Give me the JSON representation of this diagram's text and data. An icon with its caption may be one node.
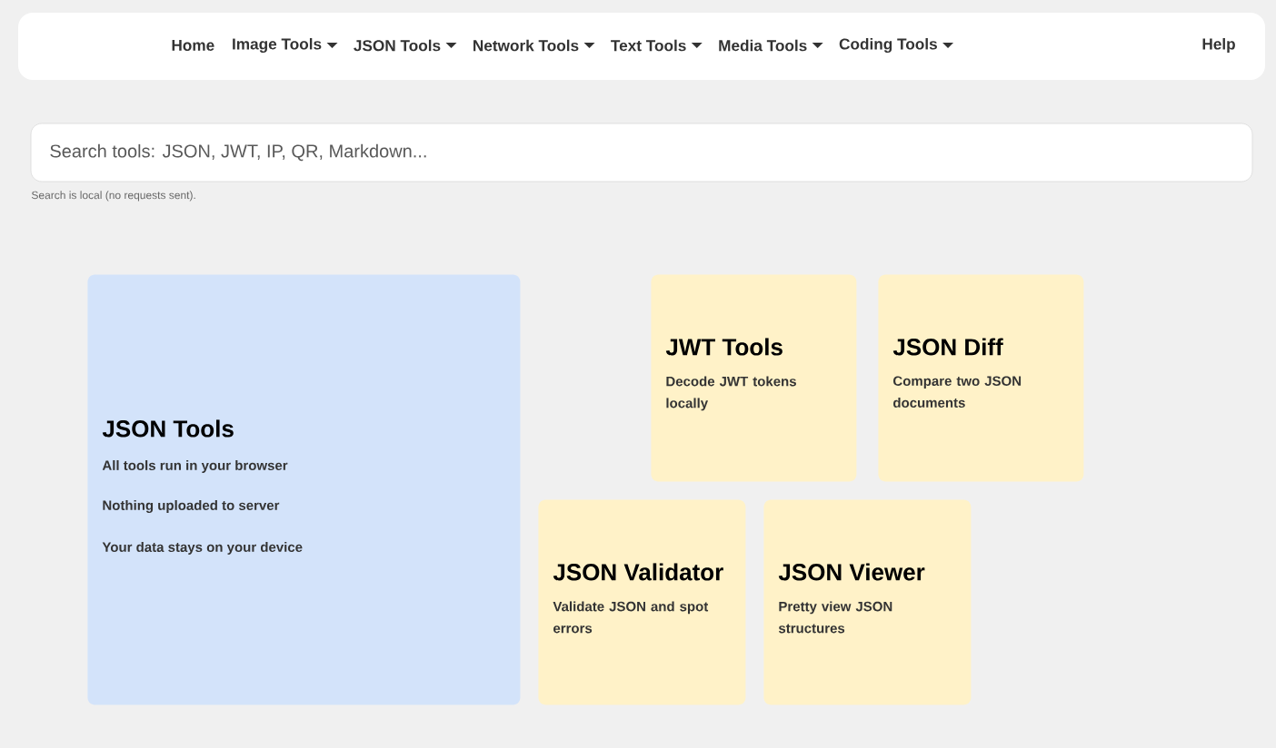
{
  "diagram": {
    "nodes": [
      {
        "text": [
          "JSON Tools",
          "All tools run in your browser",
          "Nothing uploaded to server",
          "Your data stays on your device"
        ]
      },
      {
        "text": [
          "JWT Tools",
          "Decode JWT tokens locally"
        ]
      },
      {
        "text": [
          "JSON Diff",
          "Compare two JSON documents"
        ]
      },
      {
        "text": [
          "JSON Validator",
          "Validate JSON and spot errors"
        ]
      },
      {
        "text": [
          "JSON Viewer",
          "Pretty view JSON structures"
        ]
      }
    ],
    "labels": [
      "Home",
      "Image Tools",
      "JSON Tools",
      "Network Tools",
      "Text Tools",
      "Media Tools",
      "Coding Tools",
      "Help",
      "Search tools: JSON, JWT, IP, QR, Markdown...",
      "Search is local (no requests sent)."
    ]
  }
}
